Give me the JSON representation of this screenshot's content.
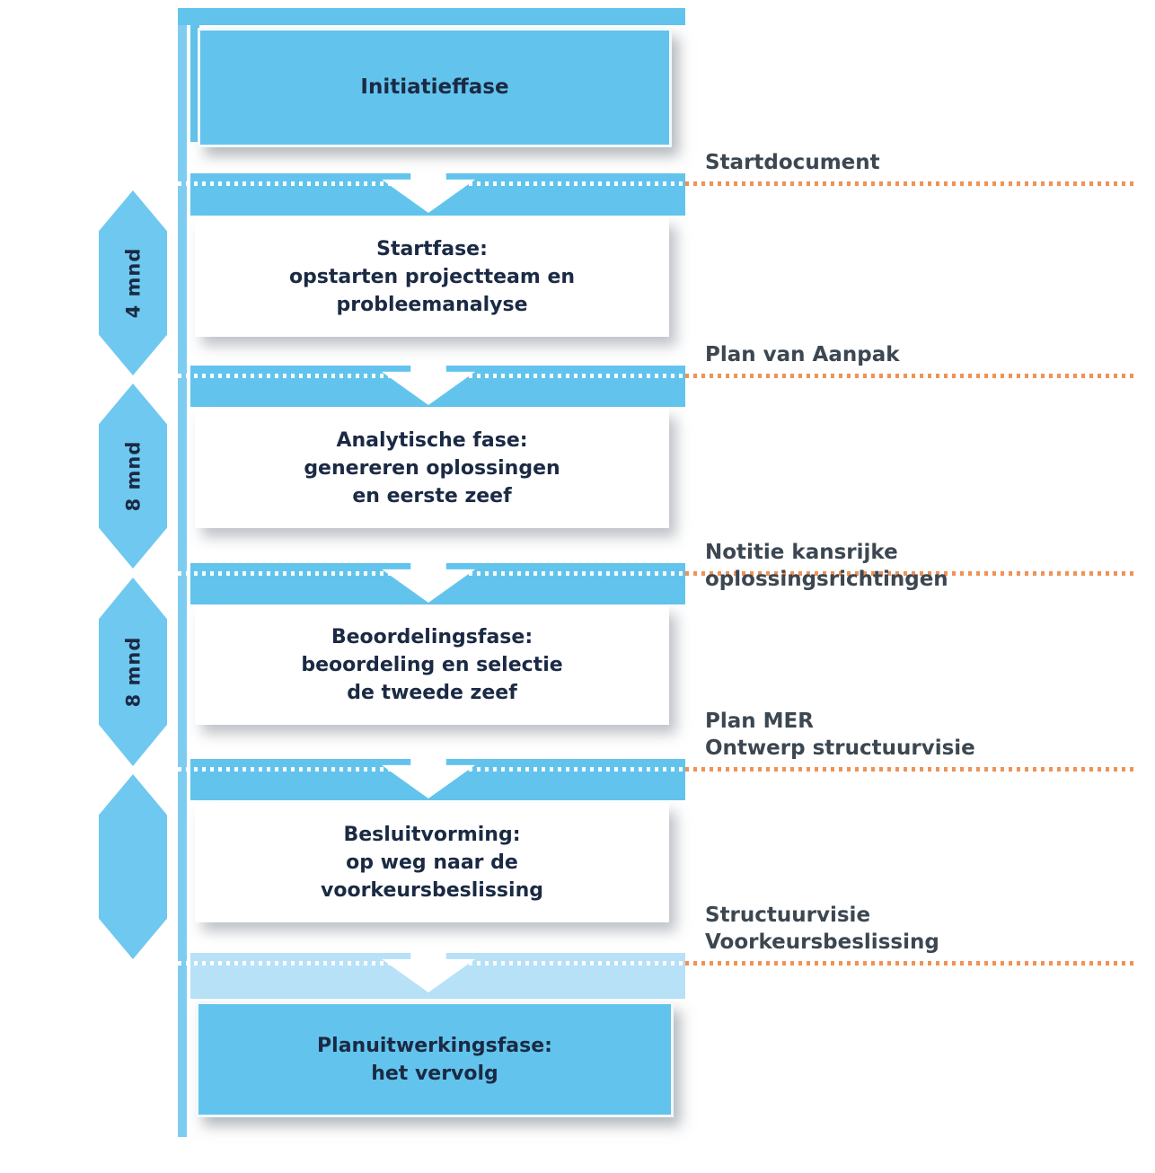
{
  "phases": [
    {
      "name": "initiatieffase",
      "line1": "Initiatieffase",
      "line2": "",
      "line3": ""
    },
    {
      "name": "startfase",
      "line1": "Startfase:",
      "line2": "opstarten projectteam en",
      "line3": "probleemanalyse"
    },
    {
      "name": "analytische-fase",
      "line1": "Analytische fase:",
      "line2": "genereren oplossingen",
      "line3": "en eerste zeef"
    },
    {
      "name": "beoordelingsfase",
      "line1": "Beoordelingsfase:",
      "line2": "beoordeling en selectie",
      "line3": "de tweede zeef"
    },
    {
      "name": "besluitvorming",
      "line1": "Besluitvorming:",
      "line2": "op weg naar de",
      "line3": "voorkeursbeslissing"
    },
    {
      "name": "planuitwerkingsfase",
      "line1": "Planuitwerkingsfase:",
      "line2": "het vervolg",
      "line3": ""
    }
  ],
  "milestones": [
    {
      "line1": "Startdocument",
      "line2": ""
    },
    {
      "line1": "Plan van Aanpak",
      "line2": ""
    },
    {
      "line1": "Notitie kansrijke oplossingsrichtingen",
      "line2": ""
    },
    {
      "line1": "Plan MER",
      "line2": "Ontwerp structuurvisie"
    },
    {
      "line1": "Structuurvisie",
      "line2": "Voorkeursbeslissing"
    }
  ],
  "durations": [
    {
      "label": "4 mnd"
    },
    {
      "label": "8 mnd"
    },
    {
      "label": "8 mnd"
    },
    {
      "label": ""
    }
  ],
  "colors": {
    "band": "#62c4ed",
    "light_band": "#b7e1f6",
    "strip": "#7ecdf1",
    "hexagon": "#6fc8ef",
    "dotted_orange": "#f09257",
    "box_text": "#1b2a44",
    "label_text": "#3c4751"
  }
}
